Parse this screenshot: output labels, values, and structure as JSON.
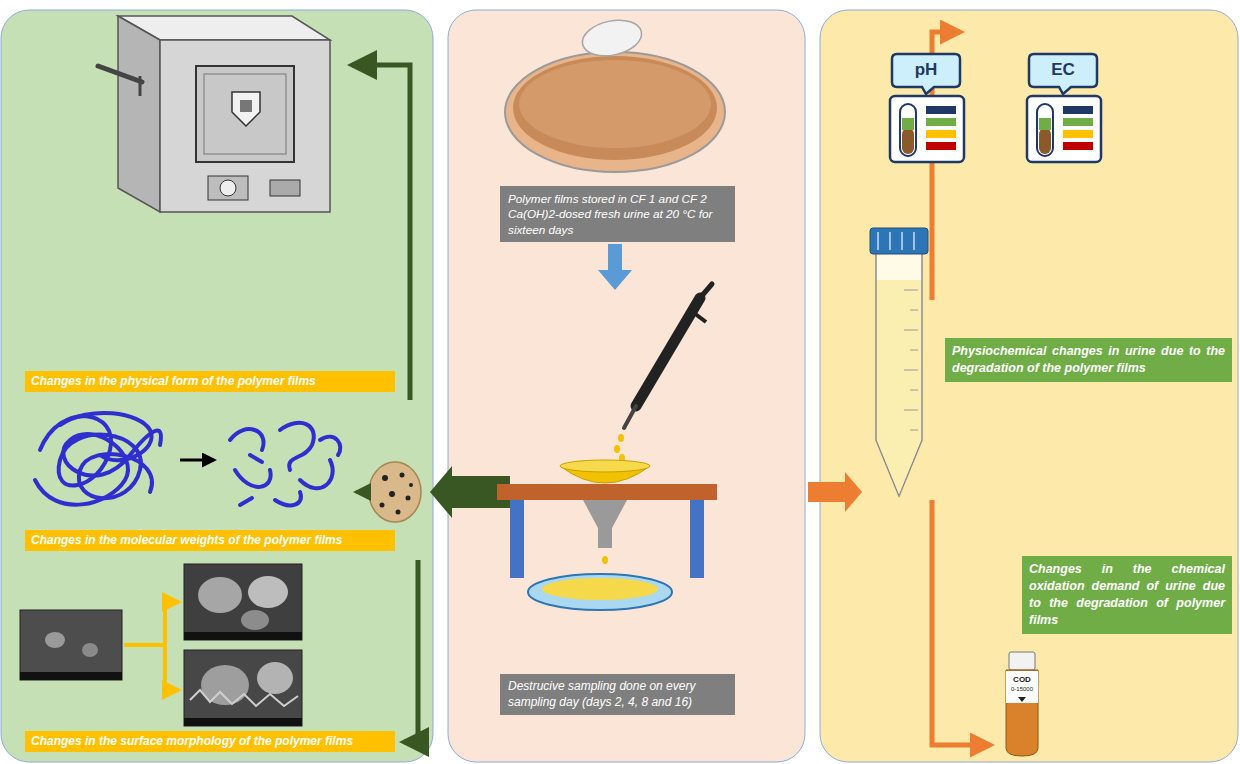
{
  "diagram": {
    "nodes": [
      {
        "text": [
          "Changes in the physical form of the polymer films"
        ]
      },
      {
        "text": [
          "Changes in the molecular weights of the polymer films"
        ]
      },
      {
        "text": [
          "Changes in the surface morphology of the polymer films"
        ]
      },
      {
        "text": [
          "Polymer films stored in CF 1 and CF 2 Ca(OH)2-dosed fresh urine at 20 °C for sixteen days"
        ]
      },
      {
        "text": [
          "Destrucive sampling done on every sampling day (days 2, 4, 8 and 16)"
        ]
      },
      {
        "text": [
          "Physiochemical changes in urine due to the degradation of the polymer films"
        ]
      },
      {
        "text": [
          "Changes in the chemical oxidation demand of urine due to the degradation of polymer films"
        ]
      }
    ],
    "labels": [
      "pH",
      "EC",
      "COD",
      "0-15000"
    ]
  }
}
